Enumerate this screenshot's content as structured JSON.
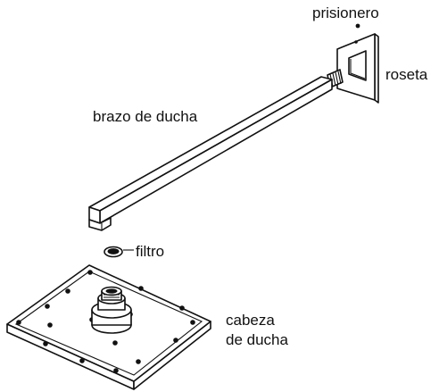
{
  "labels": {
    "setscrew": "prisionero",
    "flange": "roseta",
    "arm": "brazo de ducha",
    "filter": "filtro",
    "head_line1": "cabeza",
    "head_line2": "de ducha"
  },
  "colors": {
    "ink": "#111111",
    "paper": "#ffffff"
  }
}
